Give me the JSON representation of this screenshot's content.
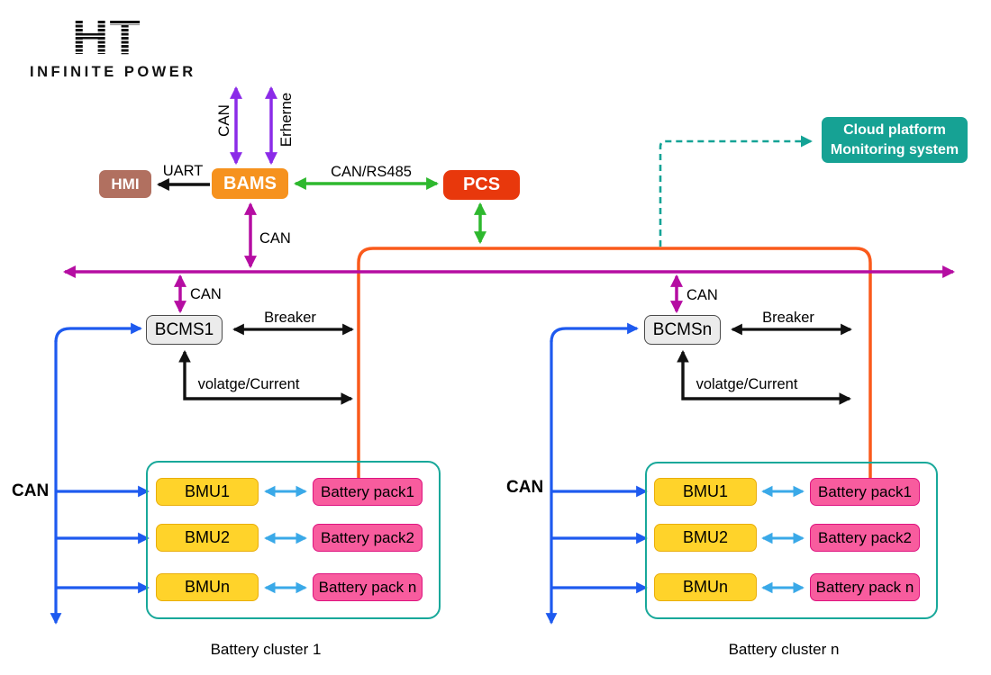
{
  "logo": {
    "brand": "HT",
    "tagline": "INFINITE POWER"
  },
  "nodes": {
    "hmi": {
      "label": "HMI"
    },
    "bams": {
      "label": "BAMS"
    },
    "pcs": {
      "label": "PCS"
    },
    "cloud": {
      "line1": "Cloud platform",
      "line2": "Monitoring system"
    },
    "bcms_left": {
      "label": "BCMS1"
    },
    "bcms_right": {
      "label": "BCMSn"
    }
  },
  "edge_labels": {
    "can_top": "CAN",
    "ethernet_top": "Erherne",
    "uart": "UART",
    "can_rs485": "CAN/RS485",
    "bams_bus_can": "CAN",
    "bcms_left_can": "CAN",
    "bcms_right_can": "CAN",
    "breaker_left": "Breaker",
    "breaker_right": "Breaker",
    "voltage_left": "volatge/Current",
    "voltage_right": "volatge/Current",
    "can_feed_left": "CAN",
    "can_feed_right": "CAN"
  },
  "clusters": [
    {
      "caption": "Battery cluster 1",
      "bmus": [
        "BMU1",
        "BMU2",
        "BMUn"
      ],
      "packs": [
        "Battery pack1",
        "Battery pack2",
        "Battery pack n"
      ]
    },
    {
      "caption": "Battery cluster n",
      "bmus": [
        "BMU1",
        "BMU2",
        "BMUn"
      ],
      "packs": [
        "Battery pack1",
        "Battery pack2",
        "Battery pack n"
      ]
    }
  ],
  "colors": {
    "purple": "#8B2BE8",
    "magenta": "#B50DA2",
    "green": "#2EB82E",
    "orange_line": "#FA5A1C",
    "teal": "#14A396",
    "blue": "#1E5AEF",
    "light_blue": "#3AA9E8",
    "black": "#111111",
    "bams_fill": "#F6921E",
    "hmi_fill": "#B17060",
    "pcs_fill": "#E8380C",
    "cloud_fill": "#16A294",
    "bcms_fill": "#EBEBEB",
    "bmu_fill": "#FFD32A",
    "pack_fill": "#F85C9E",
    "pack_border": "#DE1380"
  }
}
